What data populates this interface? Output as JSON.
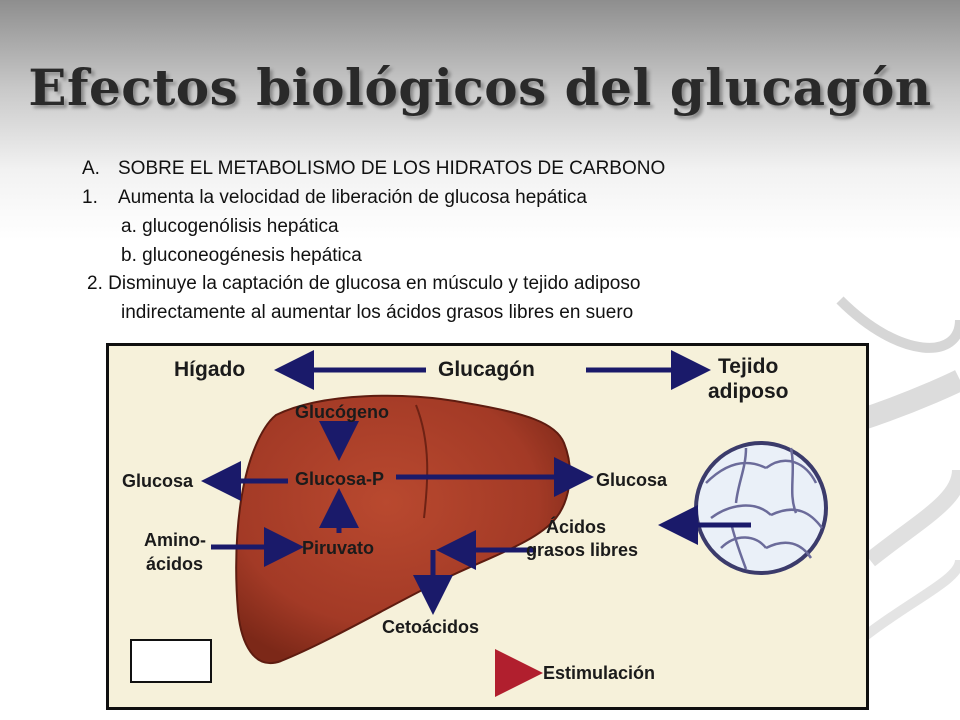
{
  "title": "Efectos biológicos del glucagón",
  "text_lines": {
    "a_label": "A.",
    "a_text": "SOBRE EL METABOLISMO DE LOS HIDRATOS DE CARBONO",
    "one_label": "1.",
    "one_text": "Aumenta la velocidad de liberación de glucosa hepática",
    "one_a": "a. glucogenólisis hepática",
    "one_b": "b. gluconeogénesis hepática",
    "two_1": "2. Disminuye la captación  de glucosa en músculo y tejido adiposo",
    "two_2": "indirectamente al aumentar los ácidos grasos libres en suero"
  },
  "diagram": {
    "higado": "Hígado",
    "glucagon": "Glucagón",
    "tejido_1": "Tejido",
    "tejido_2": "adiposo",
    "glucogeno": "Glucógeno",
    "glucosa_p": "Glucosa-P",
    "piruvato": "Piruvato",
    "glucosa_left": "Glucosa",
    "glucosa_right": "Glucosa",
    "amino_1": "Amino-",
    "amino_2": "ácidos",
    "acidos_1": "Ácidos",
    "acidos_2": "grasos libres",
    "cetoacidos": "Cetoácidos",
    "estimulacion": "Estimulación"
  },
  "colors": {
    "liver": "#a33a26",
    "panel": "#f6f1da",
    "arrow": "#1a1a6a",
    "stim_arrow": "#b11f2e"
  }
}
